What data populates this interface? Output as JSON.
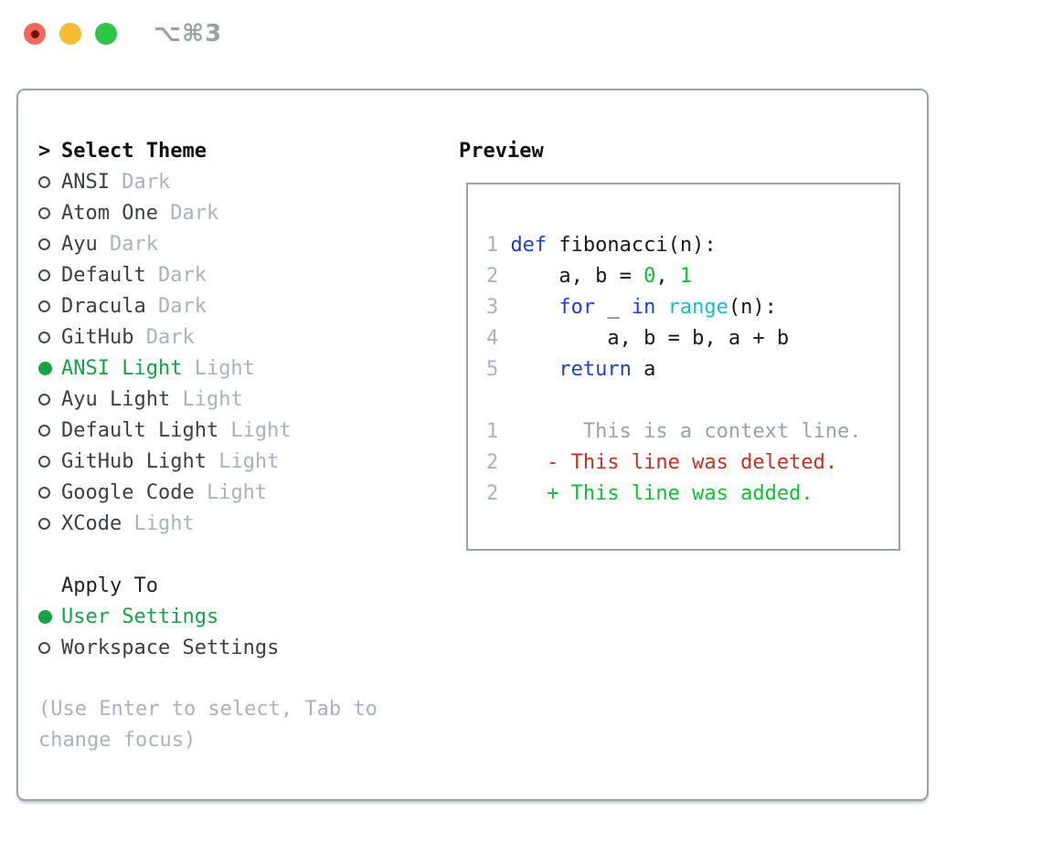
{
  "titlebar": {
    "shortcut": "⌥⌘3",
    "lights": [
      "close",
      "minimize",
      "zoom"
    ]
  },
  "colors": {
    "selection_green": "#13a543",
    "keyword_blue": "#1c3ed2",
    "builtin_cyan": "#12bdd0",
    "literal_green": "#0bbf2d",
    "added_green": "#0cc230",
    "deleted_red": "#c9301d",
    "muted_gray": "#a9b2bd",
    "context_gray": "#9aa2ac",
    "text_dark": "#3a4047",
    "border_gray": "#9aa2ad",
    "traffic_red": "#f2685c",
    "traffic_yellow": "#f5bb31",
    "traffic_green": "#2fc544"
  },
  "theme_list": {
    "header_prefix": ">",
    "header_label": "Select Theme",
    "items": [
      {
        "name": "ANSI",
        "tag": "Dark",
        "selected": false
      },
      {
        "name": "Atom One",
        "tag": "Dark",
        "selected": false
      },
      {
        "name": "Ayu",
        "tag": "Dark",
        "selected": false
      },
      {
        "name": "Default",
        "tag": "Dark",
        "selected": false
      },
      {
        "name": "Dracula",
        "tag": "Dark",
        "selected": false
      },
      {
        "name": "GitHub",
        "tag": "Dark",
        "selected": false
      },
      {
        "name": "ANSI Light",
        "tag": "Light",
        "selected": true
      },
      {
        "name": "Ayu Light",
        "tag": "Light",
        "selected": false
      },
      {
        "name": "Default Light",
        "tag": "Light",
        "selected": false
      },
      {
        "name": "GitHub Light",
        "tag": "Light",
        "selected": false
      },
      {
        "name": "Google Code",
        "tag": "Light",
        "selected": false
      },
      {
        "name": "XCode",
        "tag": "Light",
        "selected": false
      }
    ]
  },
  "apply_to": {
    "label": "Apply To",
    "options": [
      {
        "name": "User Settings",
        "selected": true
      },
      {
        "name": "Workspace Settings",
        "selected": false
      }
    ]
  },
  "help_lines": [
    "(Use Enter to select, Tab to",
    "change focus)"
  ],
  "preview": {
    "header": "Preview",
    "code_lines": [
      {
        "no": "1",
        "tokens": [
          [
            "def",
            "kw"
          ],
          [
            " fibonacci(n):",
            "fg"
          ]
        ]
      },
      {
        "no": "2",
        "tokens": [
          [
            "    a, b = ",
            "fg"
          ],
          [
            "0",
            "num"
          ],
          [
            ", ",
            "fg"
          ],
          [
            "1",
            "num"
          ]
        ]
      },
      {
        "no": "3",
        "tokens": [
          [
            "    ",
            "fg"
          ],
          [
            "for",
            "kw"
          ],
          [
            " _ ",
            "fg"
          ],
          [
            "in",
            "kw"
          ],
          [
            " ",
            "fg"
          ],
          [
            "range",
            "fn"
          ],
          [
            "(n):",
            "fg"
          ]
        ]
      },
      {
        "no": "4",
        "tokens": [
          [
            "        a, b = b, a + b",
            "fg"
          ]
        ]
      },
      {
        "no": "5",
        "tokens": [
          [
            "    ",
            "fg"
          ],
          [
            "return",
            "kw"
          ],
          [
            " a",
            "fg"
          ]
        ]
      }
    ],
    "diff_lines": [
      {
        "no": "1",
        "tokens": [
          [
            "      This is a context line.",
            "ctx"
          ]
        ]
      },
      {
        "no": "2",
        "tokens": [
          [
            "   ",
            "fg"
          ],
          [
            "- This line was deleted.",
            "del"
          ]
        ]
      },
      {
        "no": "2",
        "tokens": [
          [
            "   ",
            "fg"
          ],
          [
            "+ This line was added.",
            "add"
          ]
        ]
      }
    ]
  }
}
